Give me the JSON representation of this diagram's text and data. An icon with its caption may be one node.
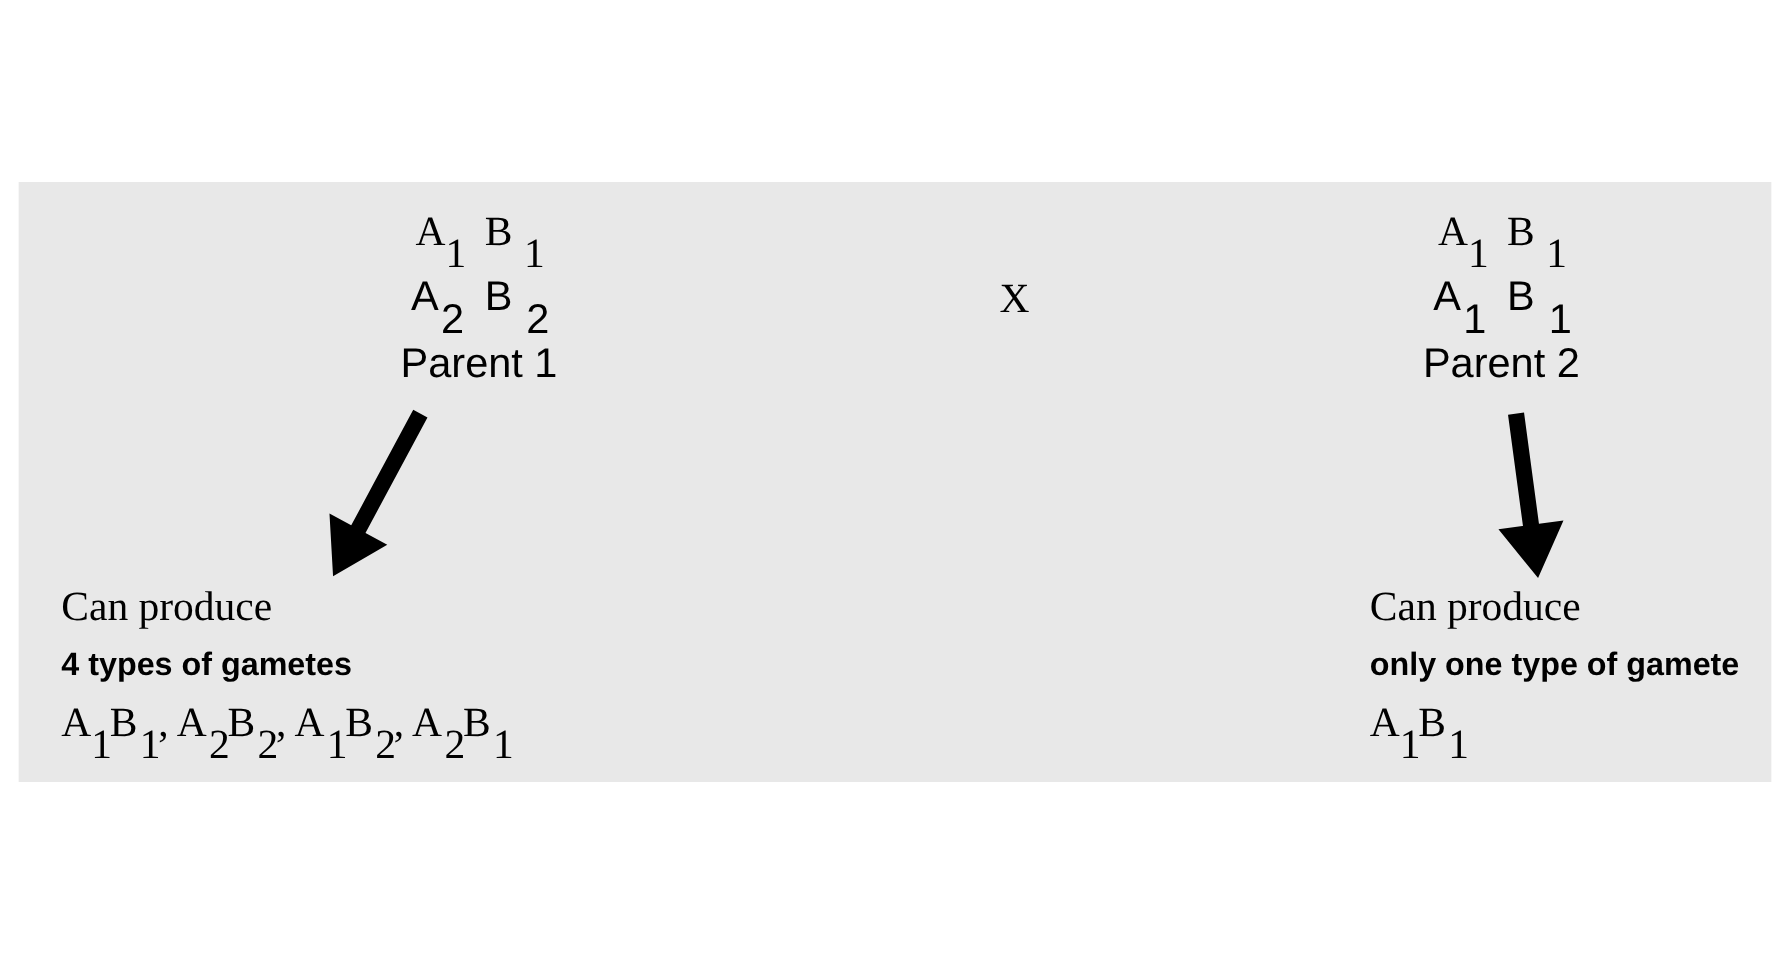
{
  "diagram": {
    "nodes": [
      {
        "text": [
          "A$_{1}$   B$_{1}$",
          "A$_{2}$   B$_{2}$",
          "Parent 1"
        ]
      },
      {
        "text": [
          "A$_{1}$   B$_{1}$",
          "A$_{1}$   B$_{1}$",
          "Parent 2"
        ]
      },
      {
        "text": [
          "Can produce",
          "4 types of gametes",
          "A$_{1}$B$_{1}$, A$_{2}$B$_{2}$, A$_{1}$B$_{2}$, A$_{2}$B$_{1}$"
        ]
      },
      {
        "text": [
          "Can produce",
          "only one type of gamete",
          "A$_{1}$B$_{1}$"
        ]
      }
    ],
    "edges": [
      {
        "from": 0,
        "to": 2,
        "arrow": "to"
      },
      {
        "from": 1,
        "to": 3,
        "arrow": "to"
      }
    ],
    "labels": [
      "X"
    ]
  }
}
